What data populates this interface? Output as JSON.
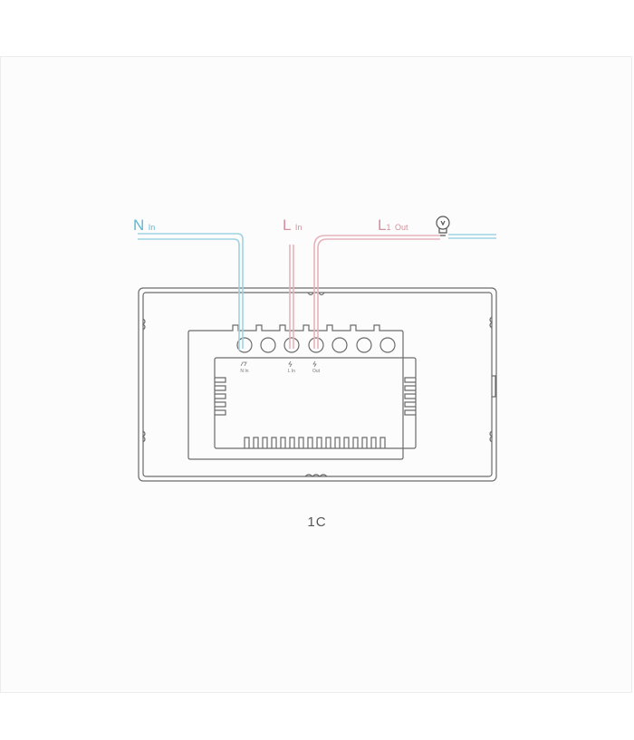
{
  "diagram": {
    "title": "1C",
    "labels": {
      "n_in": {
        "main": "N",
        "sub": "In",
        "color": "#5fb8d0"
      },
      "l_in": {
        "main": "L",
        "sub": "In",
        "color": "#d68f9b"
      },
      "l1_out": {
        "main": "L",
        "sub_num": "1",
        "sub": "Out",
        "color": "#d68f9b"
      }
    },
    "terminals": {
      "count": 7,
      "labels": [
        "N In",
        "L In",
        "Out"
      ],
      "icons": [
        "neutral-symbol",
        "lightning-symbol",
        "lightning-symbol"
      ]
    },
    "load": {
      "icon": "light-bulb"
    },
    "colors": {
      "neutral_wire": "#9fd3e3",
      "live_wire": "#e6b3bb",
      "outline": "#6b6b6b"
    }
  }
}
